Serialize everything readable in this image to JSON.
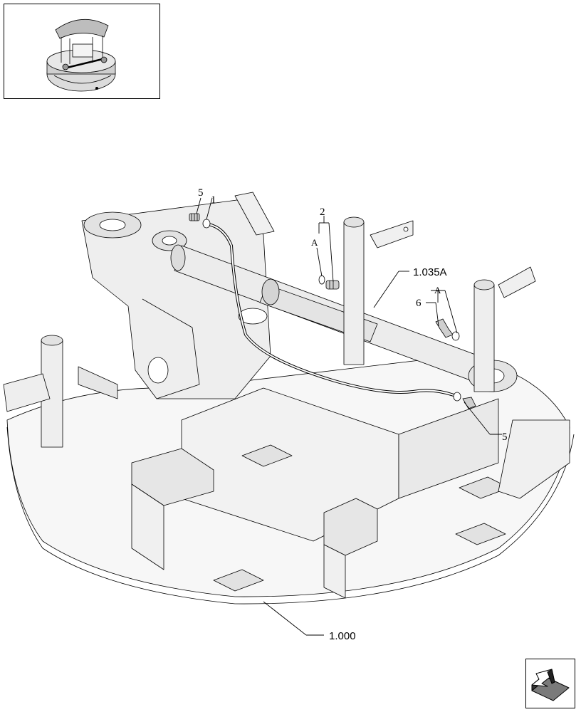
{
  "callouts": {
    "c5_top": "5",
    "c1": "1",
    "c2": "2",
    "cA_left": "A",
    "c1035A": "1.035A",
    "cA_right": "A",
    "c6": "6",
    "c5_bottom": "5",
    "c1000": "1.000"
  },
  "icons": {
    "thumbnail": "machine-overview-icon",
    "navigation": "next-page-arrow-icon"
  },
  "colors": {
    "line": "#000000",
    "part_fill": "#e6e6e6",
    "background": "#ffffff"
  }
}
